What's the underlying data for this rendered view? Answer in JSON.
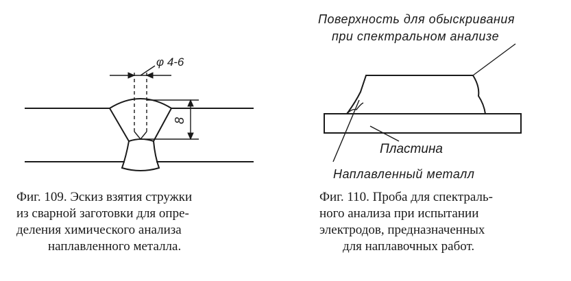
{
  "fig109": {
    "dimension_diameter": "φ 4-6",
    "dimension_depth": "8",
    "caption": [
      "Фиг. 109. Эскиз взятия стружки",
      "из сварной заготовки для опре-",
      "деления химического анализа",
      "наплавленного металла."
    ]
  },
  "fig110": {
    "label_surface": [
      "Поверхность для обыскривания",
      "при спектральном анализе"
    ],
    "label_plate": "Пластина",
    "label_deposit": "Наплавленный металл",
    "caption": [
      "Фиг. 110. Проба для спектраль-",
      "ного анализа при испытании",
      "электродов, предназначенных",
      "для наплавочных работ."
    ]
  }
}
